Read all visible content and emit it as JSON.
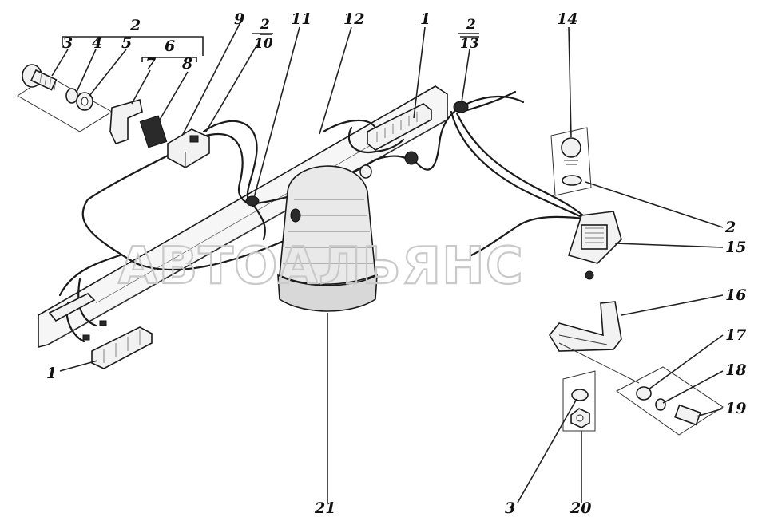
{
  "watermark": "АВТОАЛЬЯНС",
  "callouts": {
    "c1_top": "1",
    "c1_bottom": "1",
    "c2_group": "2",
    "c2_right": "2",
    "c3_top": "3",
    "c3_bottom": "3",
    "c4": "4",
    "c5": "5",
    "c6": "6",
    "c7": "7",
    "c8": "8",
    "c9": "9",
    "c2_10_num": "2",
    "c2_10_den": "10",
    "c11": "11",
    "c12": "12",
    "c2_13_num": "2",
    "c2_13_den": "13",
    "c14": "14",
    "c15": "15",
    "c16": "16",
    "c17": "17",
    "c18": "18",
    "c19": "19",
    "c20": "20",
    "c21": "21"
  }
}
